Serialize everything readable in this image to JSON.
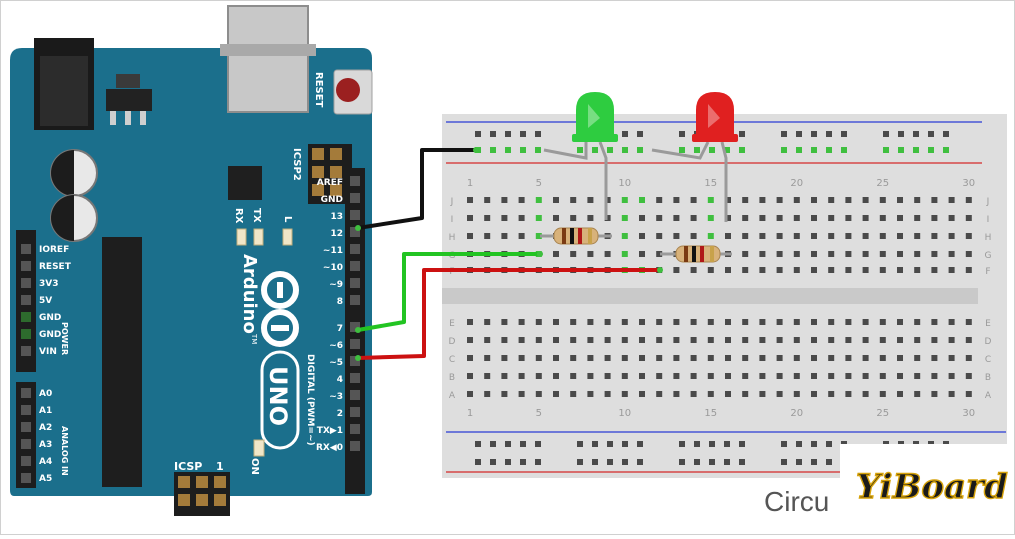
{
  "board": {
    "model": "UNO",
    "brand": "Arduino",
    "trademark": "TM",
    "reset_label": "RESET",
    "icsp2_label": "ICSP2",
    "icsp_label": "ICSP",
    "icsp_pin1": "1",
    "tx_label": "TX",
    "rx_label": "RX",
    "l_label": "L",
    "on_label": "ON",
    "digital_label": "DIGITAL (PWM=~)",
    "power_label": "POWER",
    "analog_label": "ANALOG IN",
    "digital_pins": [
      "AREF",
      "GND",
      "13",
      "12",
      "~11",
      "~10",
      "~9",
      "8",
      "7",
      "~6",
      "~5",
      "4",
      "~3",
      "2",
      "TX▶1",
      "RX◀0"
    ],
    "power_pins": [
      "IOREF",
      "RESET",
      "3V3",
      "5V",
      "GND",
      "GND",
      "VIN"
    ],
    "analog_pins": [
      "A0",
      "A1",
      "A2",
      "A3",
      "A4",
      "A5"
    ]
  },
  "breadboard": {
    "row_letters_top": [
      "J",
      "I",
      "H",
      "G",
      "F"
    ],
    "row_letters_bottom": [
      "E",
      "D",
      "C",
      "B",
      "A"
    ],
    "column_numbers": [
      "1",
      "5",
      "10",
      "15",
      "20",
      "25",
      "30"
    ]
  },
  "components": {
    "led_green_color": "#2ecc40",
    "led_red_color": "#e02020",
    "wire_black": "#111111",
    "wire_green": "#22c422",
    "wire_red": "#cc1111"
  },
  "watermark": {
    "left_text": "Circu",
    "brand": "YiBoard"
  },
  "colors": {
    "board": "#1b6f8c",
    "board_dark": "#135a73",
    "breadboard": "#dedede",
    "hole": "#4a4a4a",
    "rail_red": "#d42a2a",
    "rail_blue": "#2a3bd4"
  }
}
